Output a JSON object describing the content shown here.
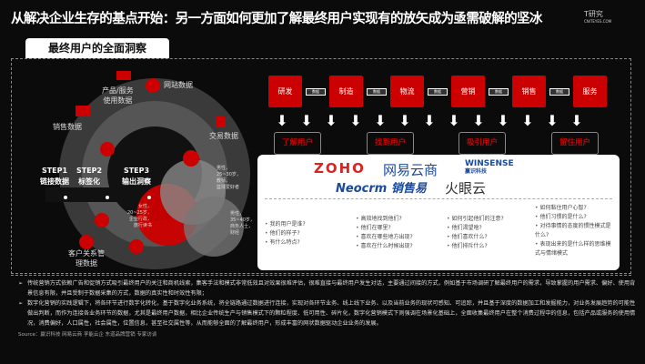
{
  "title": "从解决企业生存的基点开始：另一方面如何更加了解最终用户实现有的放矢成为亟需破解的坚冰",
  "logo": {
    "name": "T研究",
    "sub": "CNITEYES.COM"
  },
  "section_tab": "最终用户的全面洞察",
  "diagram": {
    "sources": [
      "网站数据",
      "产品/服务\n使用数据",
      "销售数据",
      "交易数据",
      "客户关系管\n理数据"
    ],
    "steps": [
      {
        "step": "STEP1",
        "label": "链接数据"
      },
      {
        "step": "STEP2",
        "label": "标签化"
      },
      {
        "step": "STEP3",
        "label": "输出洞察"
      }
    ],
    "personas": [
      "男性，\n25~30岁，\n教师，\n篮球爱好者",
      "女性，\n20~25岁，\n企业行政，\n旅行读书",
      "男性，\n35~40岁，\n商务人士，\n财经"
    ]
  },
  "flow": {
    "stages": [
      "研发",
      "制造",
      "物流",
      "营销",
      "销售",
      "服务"
    ],
    "connector": "数据"
  },
  "goals": [
    "了解用户",
    "找到用户",
    "吸引用户",
    "留住用户"
  ],
  "brands": [
    "ZOHO",
    "网易云商",
    "WINSENSE",
    "赢识科技",
    "Neocrm 销售易",
    "火眼云"
  ],
  "questions": [
    [
      "我的用户是谁?",
      "他们的样子?",
      "有什么特点?"
    ],
    [
      "高效地找到他们?",
      "他们在哪里?",
      "喜欢在哪些地方出现?",
      "喜欢在什么时候出现?"
    ],
    [
      "如何引起他们的注意?",
      "他们渴望啥?",
      "他们喜欢什么?",
      "他们排斥什么?"
    ],
    [
      "如何黏住用户心智?",
      "他们习惯的是什么?",
      "对待事情的态度的惯性模式是什么?",
      "表现出来的是什么样的思维模式与情绪模式"
    ]
  ],
  "notes": [
    "传统营销方式依赖广告和促销方式吸引最终用户的关注和商机线索，集客手法和模式非常低效且对效果很难评估，很难直接与最终用户发生对话，主要通过间接的方式，例如基于市场调研了解最终用户的需求，导致掌握的用户需求、偏好、使用背景信息有限，并且受制于数据采集的方式，数据的真实性和时效性有限；",
    "数字化营销的实践逻辑下，将各环节进行数字化转化，基于数字化业务系统，将全链路通过数据进行连接，实现对各环节业务、线上线下业务、以及当前业务的现状可感知、可追踪，并且基于深度的数据加工和发掘能力，对业务发展趋势的可能性做出判断，而作为连接各业务环节的数据，尤其是最终用户数据，相比企业传统生产与销售模式下的颗粒程度、低可用性、碎片化，数字化营销模式下则强调在场景化基础上，全面收集最终用户在整个消费过程中的信息，包括产品或服务的使用情况，消费偏好，人口属性，社会属性，位置信息，甚至社交属性等，从而能够全面的了解最终用户，形成丰富的网状数据驱动企业业务的发展。"
  ],
  "source": "Source：赢识科技  网易云商  孚能云企  东道品牌营销  专家访谈",
  "colors": {
    "accent": "#cc0000",
    "bg": "#0b0b0b"
  }
}
